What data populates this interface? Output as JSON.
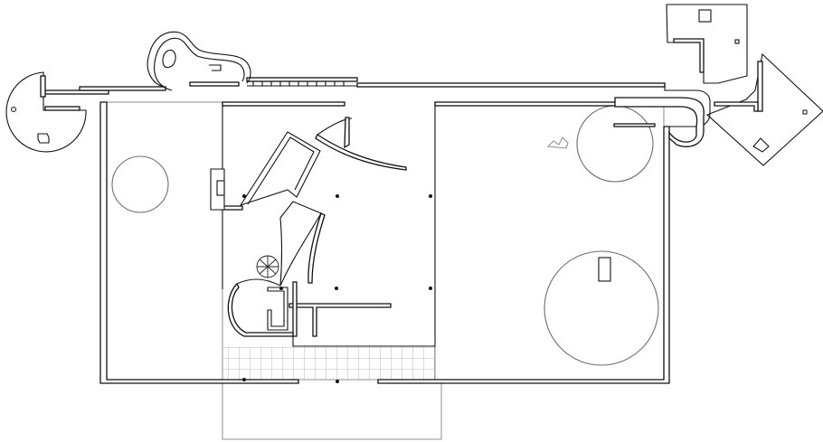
{
  "drawing": {
    "type": "architectural-floor-plan",
    "background_color": "#ffffff",
    "line_color": "#111111",
    "grid_color": "#a8a8a8",
    "circle_color": "#6e6e6e",
    "floor_regions": [
      "left-terrace",
      "central-corridor",
      "entry-platform",
      "right-terrace"
    ],
    "circular_features": [
      "left-circle",
      "upper-right-circle",
      "large-right-circle",
      "far-left-circle"
    ],
    "column_count": 8,
    "stair_type": "spiral",
    "text_labels": []
  }
}
